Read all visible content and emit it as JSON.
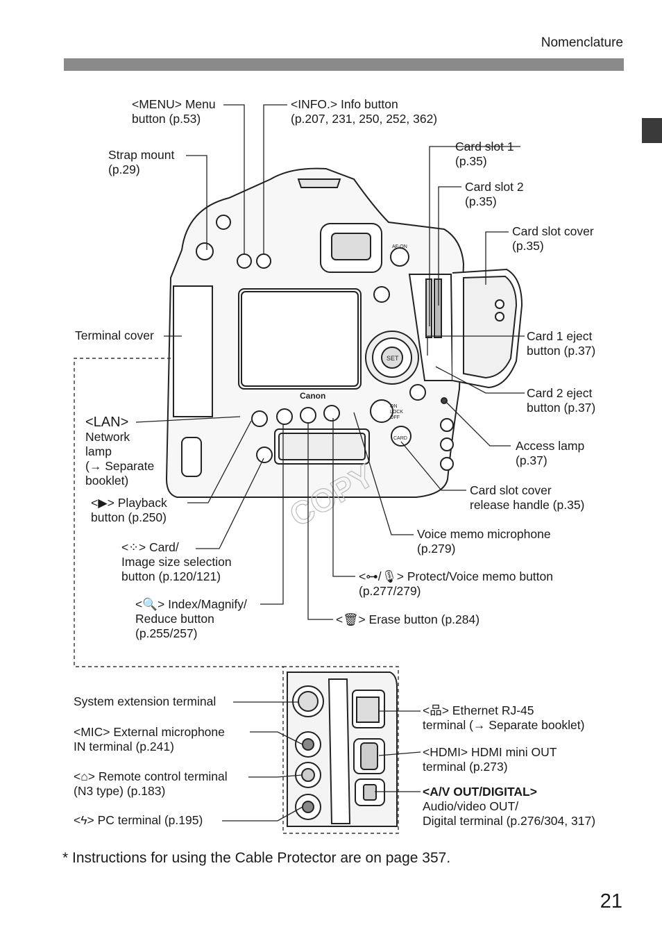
{
  "header": {
    "section": "Nomenclature"
  },
  "callouts": {
    "menu": [
      "<MENU> Menu",
      "button (p.53)"
    ],
    "info": [
      "<INFO.> Info button",
      "(p.207, 231, 250, 252, 362)"
    ],
    "strap": [
      "Strap mount",
      "(p.29)"
    ],
    "card_slot1": [
      "Card slot 1",
      "(p.35)"
    ],
    "card_slot2": [
      "Card slot 2",
      "(p.35)"
    ],
    "card_slot_cover": [
      "Card slot cover",
      "(p.35)"
    ],
    "terminal_cover": [
      "Terminal cover"
    ],
    "card1_eject": [
      "Card 1 eject",
      "button (p.37)"
    ],
    "card2_eject": [
      "Card 2 eject",
      "button (p.37)"
    ],
    "lan": [
      "<LAN>",
      "Network",
      "lamp",
      "(→ Separate",
      "booklet)"
    ],
    "access": [
      "Access lamp",
      "(p.37)"
    ],
    "cover_release": [
      "Card slot cover",
      "release handle (p.35)"
    ],
    "playback": [
      "<▶> Playback",
      "button (p.250)"
    ],
    "voice_mic": [
      "Voice memo microphone",
      "(p.279)"
    ],
    "card_image": [
      "<⁘> Card/",
      "Image size selection",
      "button (p.120/121)"
    ],
    "protect": [
      "<⊶/🎙> Protect/Voice memo button",
      "(p.277/279)"
    ],
    "index": [
      "<🔍> Index/Magnify/",
      "Reduce button",
      "(p.255/257)"
    ],
    "erase": [
      "<🗑> Erase button (p.284)"
    ],
    "sys_ext": [
      "System extension terminal"
    ],
    "ext_mic": [
      "<MIC> External microphone",
      "IN terminal (p.241)"
    ],
    "remote": [
      "<⌂> Remote control terminal",
      "(N3 type) (p.183)"
    ],
    "pc": [
      "<ϟ> PC terminal (p.195)"
    ],
    "ethernet": [
      "<品> Ethernet RJ-45",
      "terminal (→ Separate booklet)"
    ],
    "hdmi": [
      "<HDMI> HDMI mini OUT",
      "terminal (p.273)"
    ],
    "av": [
      "<A/V OUT/DIGITAL>",
      "Audio/video OUT/",
      "Digital terminal (p.276/304, 317)"
    ]
  },
  "camera_text": {
    "brand": "Canon",
    "set": "SET",
    "af_on": "AF-ON",
    "card": "CARD",
    "on": "ON",
    "lock": "LOCK",
    "off": "OFF",
    "watermark": "COPY"
  },
  "footnote": "* Instructions for using the Cable Protector are on page 357.",
  "page_number": "21",
  "colors": {
    "bar": "#8a8a8a",
    "tab": "#3a3a3a",
    "ink": "#1a1a1a"
  }
}
